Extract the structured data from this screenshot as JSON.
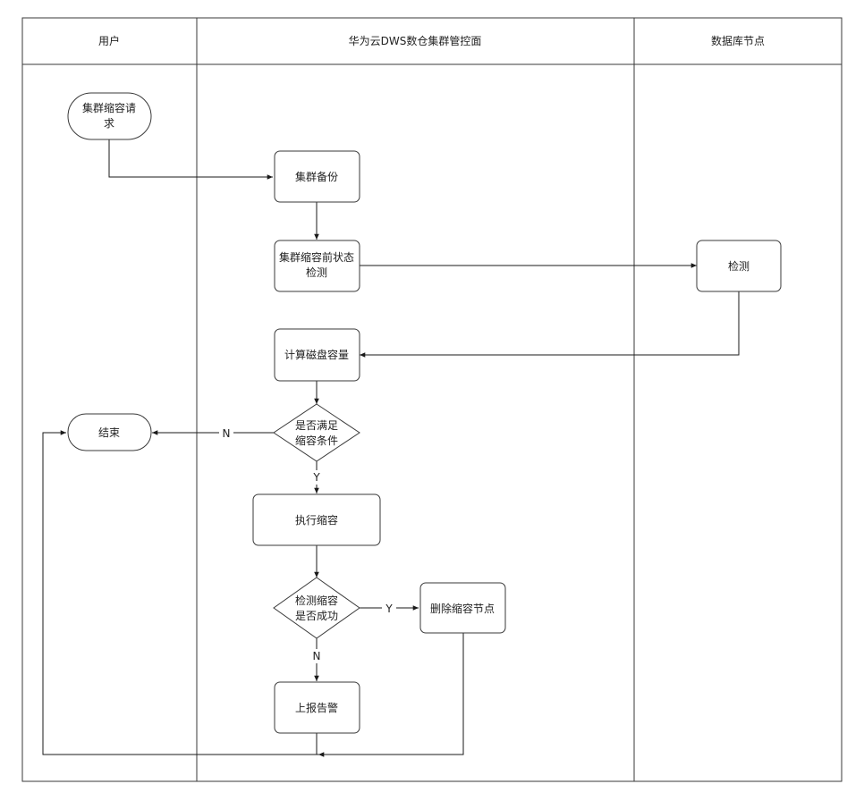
{
  "lanes": {
    "user": "用户",
    "control": "华为云DWS数仓集群管控面",
    "db": "数据库节点"
  },
  "nodes": {
    "start": [
      "集群缩容请",
      "求"
    ],
    "backup": [
      "集群备份"
    ],
    "precheck": [
      "集群缩容前状态",
      "检测"
    ],
    "detect": [
      "检测"
    ],
    "calc": [
      "计算磁盘容量"
    ],
    "cond1": [
      "是否满足",
      "缩容条件"
    ],
    "end": [
      "结束"
    ],
    "exec": [
      "执行缩容"
    ],
    "cond2": [
      "检测缩容",
      "是否成功"
    ],
    "delete": [
      "删除缩容节点"
    ],
    "alarm": [
      "上报告警"
    ]
  },
  "edge_labels": {
    "cond1_no": "N",
    "cond1_yes": "Y",
    "cond2_yes": "Y",
    "cond2_no": "N"
  }
}
